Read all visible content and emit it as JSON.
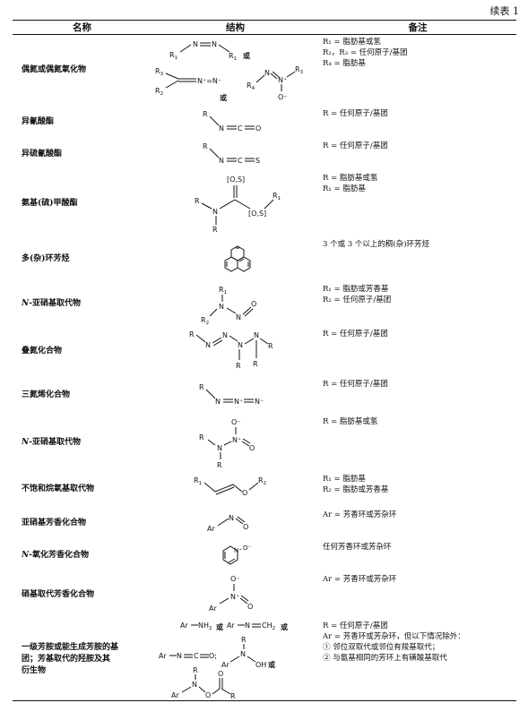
{
  "caption": "续表 1",
  "headers": {
    "name": "名称",
    "structure": "结构",
    "notes": "备注"
  },
  "rows": [
    {
      "id": "azo",
      "name": "偶氮或偶氮氧化物",
      "notes": [
        "R₁ = 脂肪基或氢",
        "R₂，R₃ = 任何原子/基团",
        "R₄ = 脂肪基"
      ]
    },
    {
      "id": "isocyanate",
      "name": "异氰酸酯",
      "notes": [
        "R = 任何原子/基团"
      ]
    },
    {
      "id": "isothiocyanate",
      "name": "异硫氰酸酯",
      "notes": [
        "R = 任何原子/基团"
      ]
    },
    {
      "id": "carbamate",
      "name": "氨基(硫)甲酸酯",
      "notes": [
        "R = 脂肪基或氢",
        "R₁ = 脂肪基"
      ]
    },
    {
      "id": "pah",
      "name": "多(杂)环芳烃",
      "notes": [
        "3 个或 3 个以上的稠(杂)环芳烃"
      ]
    },
    {
      "id": "nitroso",
      "name_prefix": "N-",
      "name": "亚硝基取代物",
      "notes": [
        "R₁ = 脂肪或芳香基",
        "R₂ = 任何原子/基团"
      ]
    },
    {
      "id": "triazene",
      "name": "叠氮化合物",
      "notes": [
        "R = 任何原子/基团"
      ]
    },
    {
      "id": "azide",
      "name": "三氮烯化合物",
      "notes": [
        "R = 任何原子/基团"
      ]
    },
    {
      "id": "nitramine",
      "name_prefix": "N-",
      "name": "亚硝基取代物",
      "notes": [
        "R = 脂肪基或氢"
      ]
    },
    {
      "id": "enolether",
      "name": "不饱和烷氧基取代物",
      "notes": [
        "R₁ = 脂肪基",
        "R₂ = 脂肪或芳香基"
      ]
    },
    {
      "id": "nitrosoaryl",
      "name": "亚硝基芳香化合物",
      "notes": [
        "Ar = 芳香环或芳杂环"
      ]
    },
    {
      "id": "noxide",
      "name_prefix": "N-",
      "name": "氧化芳香化合物",
      "notes": [
        "任何芳香环或芳杂环"
      ]
    },
    {
      "id": "nitroaryl",
      "name": "硝基取代芳香化合物",
      "notes": [
        "Ar = 芳香环或芳杂环"
      ]
    },
    {
      "id": "amine",
      "name_lines": [
        "一级芳胺或能生成芳胺的基",
        "团；芳基取代的羟胺及其",
        "衍生物"
      ],
      "notes": [
        "R = 任何原子/基团",
        "Ar = 芳香环或芳杂环，但以下情况除外：",
        "① 邻位双取代或邻位有羧基取代；",
        "② 与氨基相同的芳环上有磺酸基取代"
      ]
    }
  ],
  "struct_labels": {
    "or": "或",
    "ring_atoms": [
      "[O,S]",
      "[O,S]"
    ]
  }
}
